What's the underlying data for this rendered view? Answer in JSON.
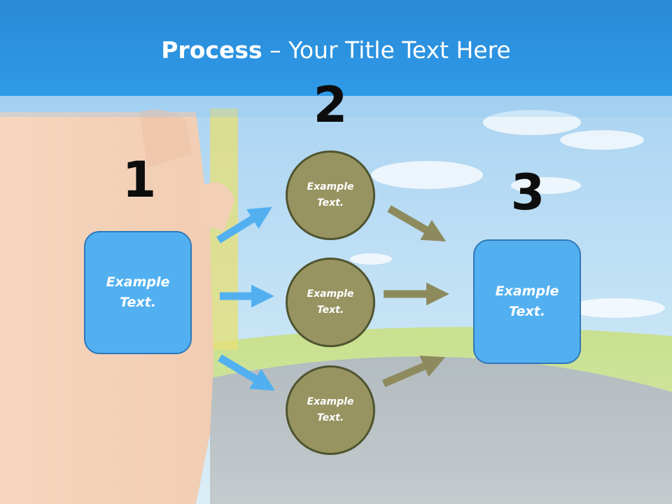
{
  "title": {
    "bold": "Process",
    "rest": " – Your Title Text Here"
  },
  "steps": [
    {
      "number": "1",
      "text": "Example\nText."
    },
    {
      "number": "2",
      "items": [
        {
          "text": "Example\nText."
        },
        {
          "text": "Example\nText."
        },
        {
          "text": "Example\nText."
        }
      ]
    },
    {
      "number": "3",
      "text": "Example\nText."
    }
  ],
  "colors": {
    "title_bar": "#2e9ae8",
    "box_fill": "#52b0f0",
    "circle_fill": "#979461",
    "blue_arrow": "#52b0f0",
    "olive_arrow": "#8d8b5e"
  }
}
